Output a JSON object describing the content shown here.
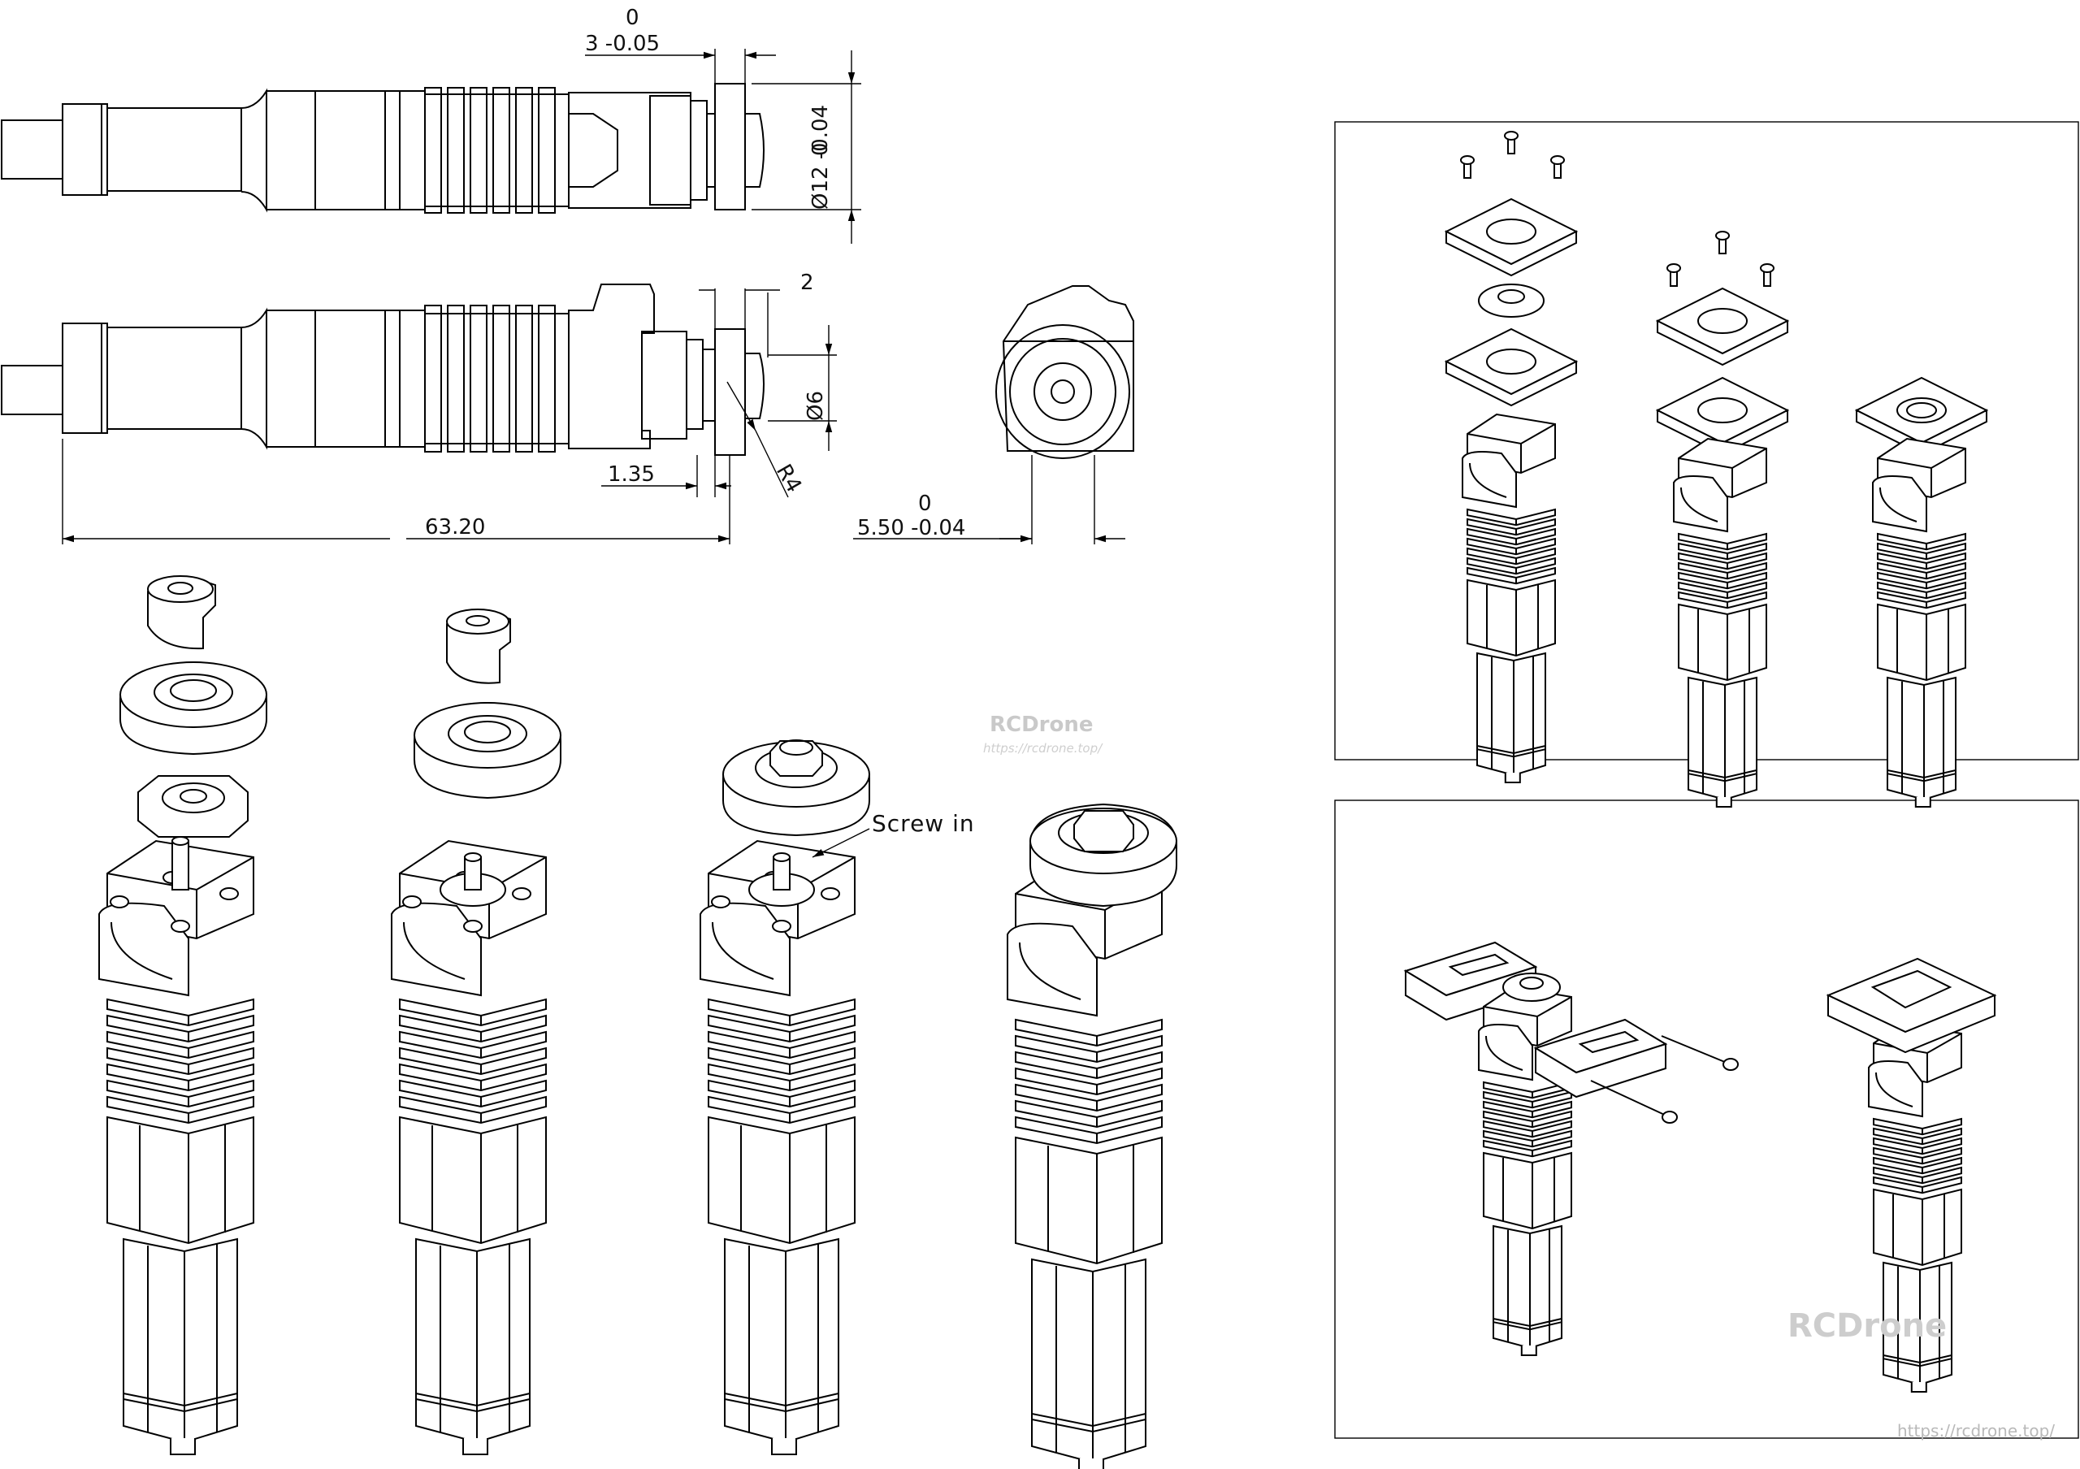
{
  "dimensions": {
    "shaft_length_tol": "3 -0.05",
    "shaft_length_upper": "0",
    "roller_dia_tol": "Ø12 -0.04",
    "roller_dia_upper": "0",
    "gap": "2",
    "bore_dia": "Ø6",
    "offset": "1.35",
    "radius": "R4",
    "overall_length": "63.20",
    "shaft_flat_tol": "5.50 -0.04",
    "shaft_flat_upper": "0"
  },
  "annotation": {
    "screw_in": "Screw in"
  },
  "watermark": {
    "brand": "RCDrone",
    "url": "https://rcdrone.top/",
    "footer_url": "https://rcdrone.top/"
  }
}
